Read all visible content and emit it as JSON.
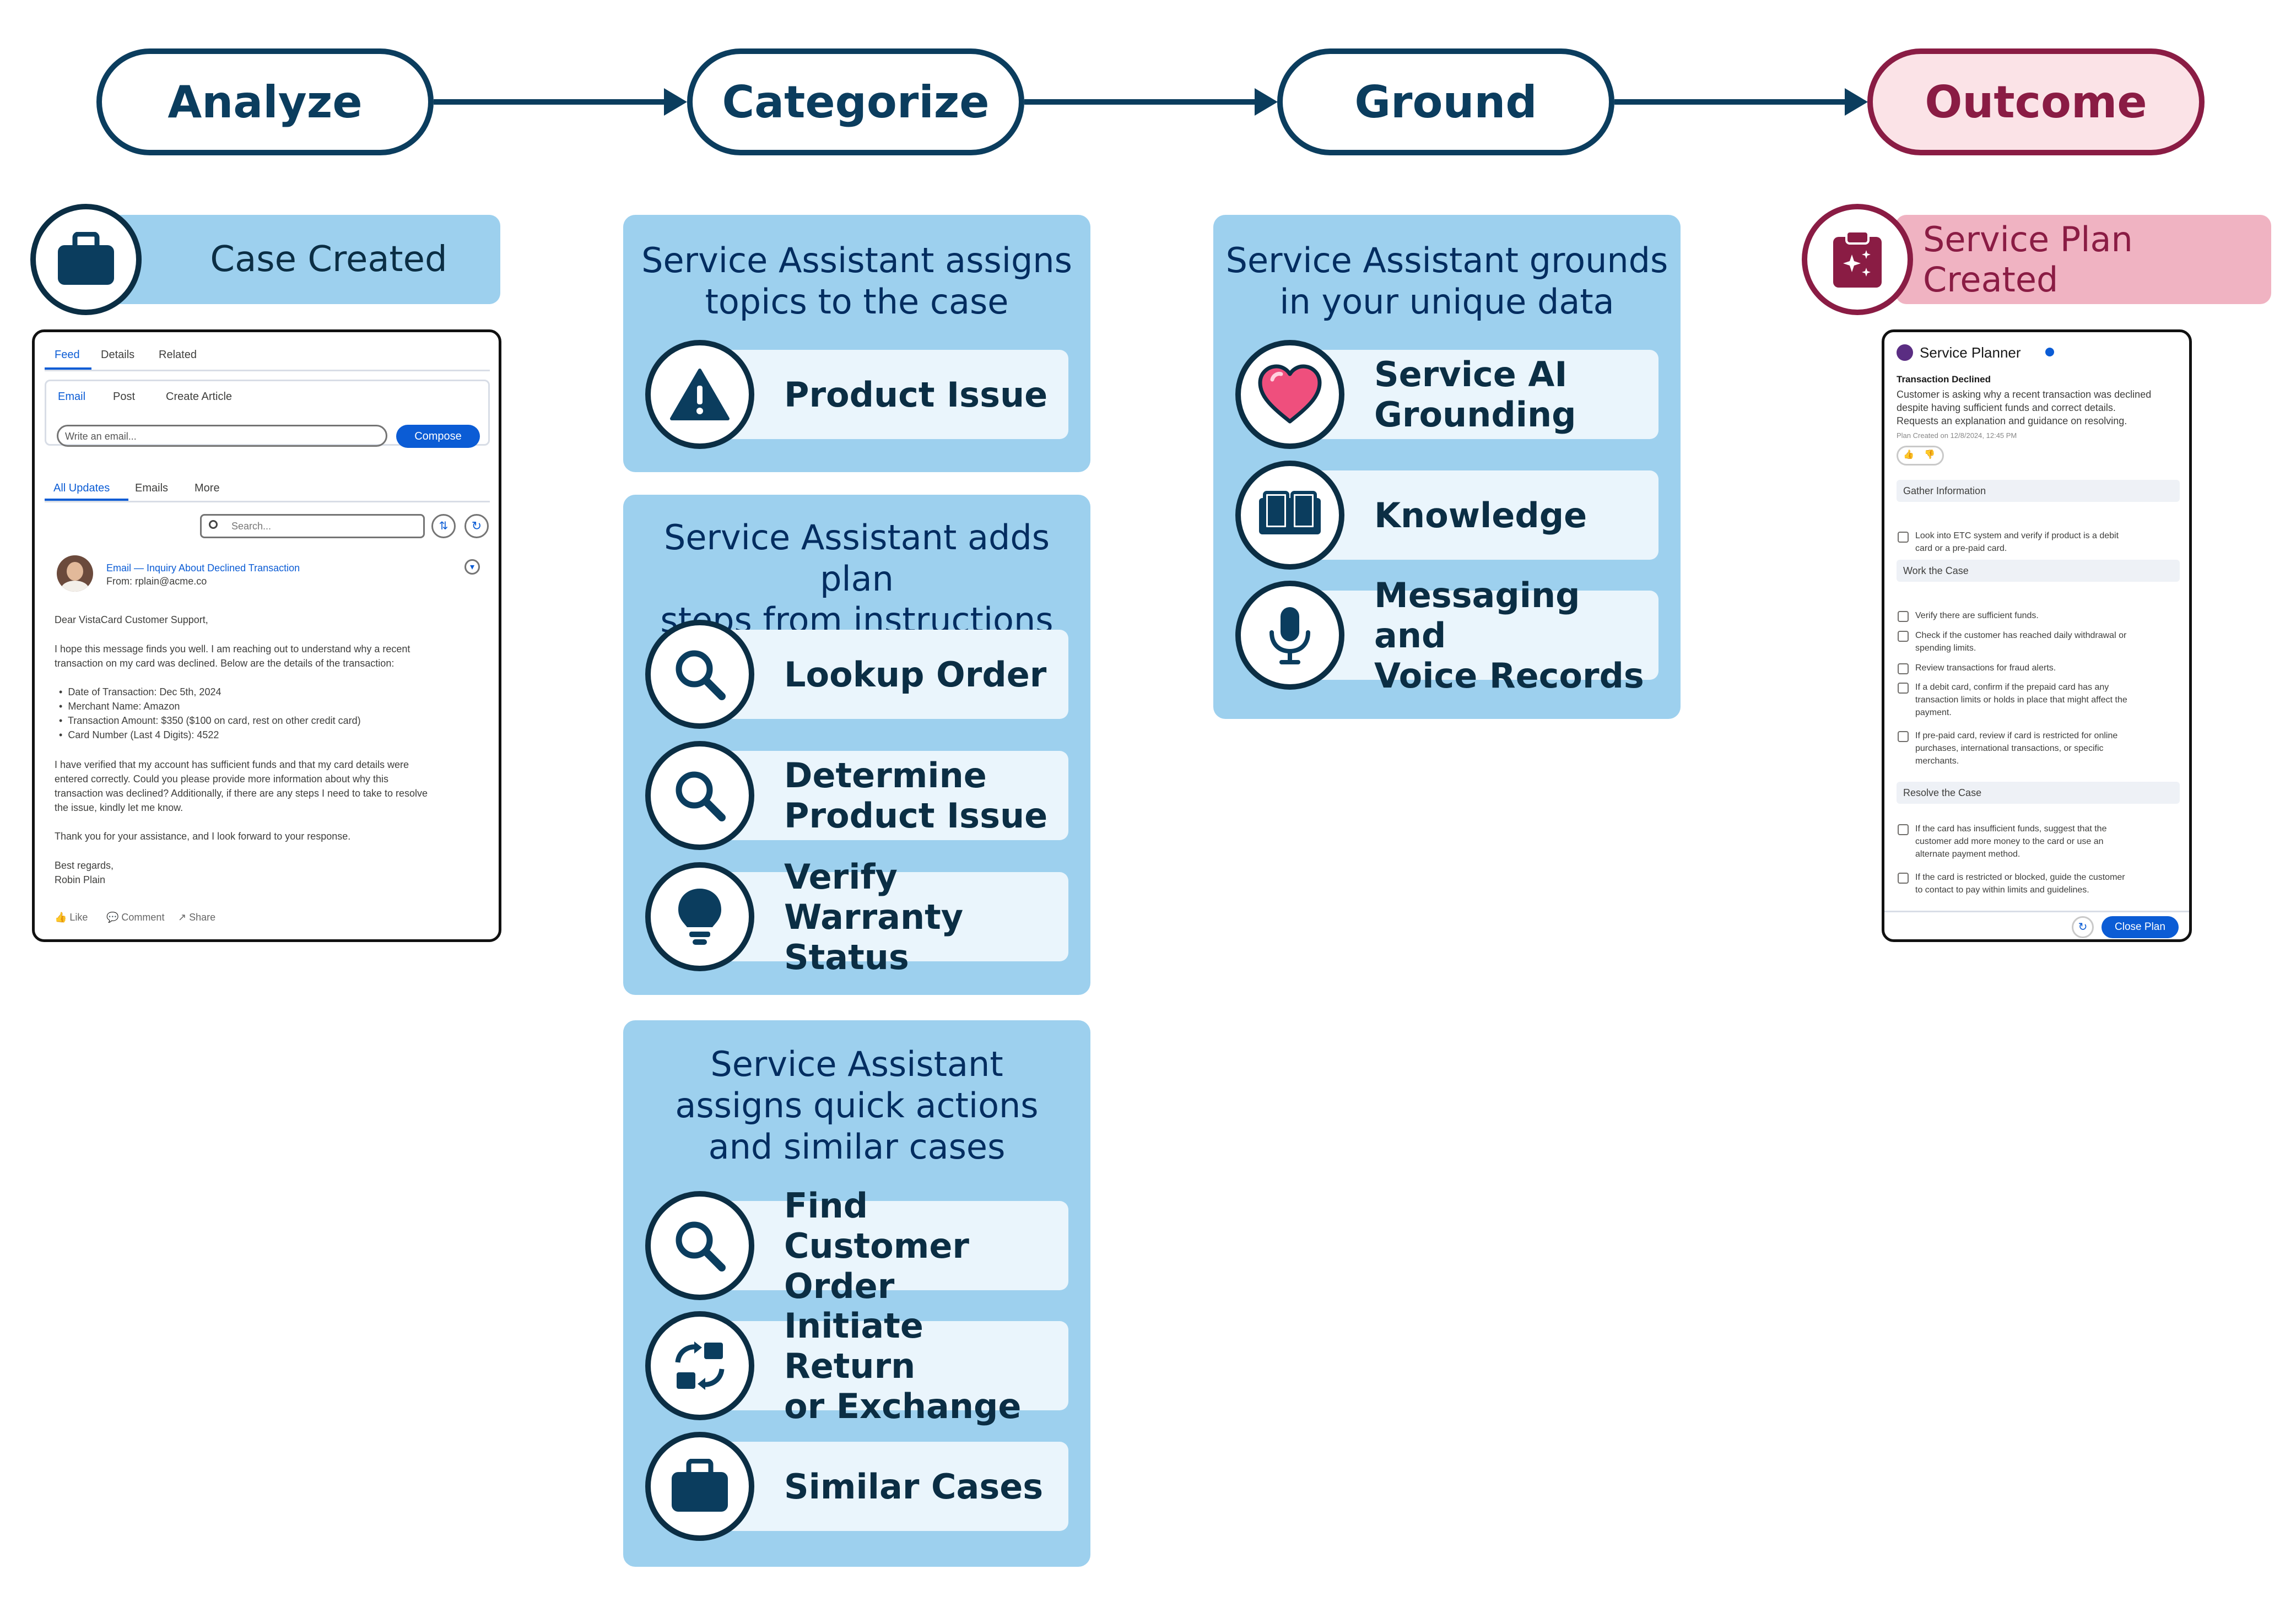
{
  "stages": {
    "analyze": "Analyze",
    "categorize": "Categorize",
    "ground": "Ground",
    "outcome": "Outcome"
  },
  "analyze": {
    "badge": "Case Created",
    "screen": {
      "tabs": [
        "Feed",
        "Details",
        "Related"
      ],
      "subtabs": [
        "Email",
        "Post",
        "Create Article"
      ],
      "email_placeholder": "Write an email...",
      "compose": "Compose",
      "update_tabs": [
        "All Updates",
        "Emails",
        "More"
      ],
      "search_placeholder": "Search...",
      "email_subject": "Email — Inquiry About Declined Transaction",
      "email_from": "From: rplain@acme.co",
      "greeting": "Dear VistaCard Customer Support,",
      "para1_l1": "I hope this message finds you well. I am reaching out to understand why a recent",
      "para1_l2": "transaction on my card was declined. Below are the details of the transaction:",
      "bullets": [
        "Date of Transaction: Dec 5th, 2024",
        "Merchant Name: Amazon",
        "Transaction Amount: $350 ($100 on card, rest on other credit card)",
        "Card Number (Last 4 Digits): 4522"
      ],
      "para2_l1": "I have verified that my account has sufficient funds and that my card details were",
      "para2_l2": "entered correctly. Could you please provide more information about why this",
      "para2_l3": "transaction was declined? Additionally, if there are any steps I need to take to resolve",
      "para2_l4": "the issue, kindly let me know.",
      "thanks": "Thank you for your assistance, and I look forward to your response.",
      "regards": "Best regards,",
      "name": "Robin Plain",
      "actions": [
        "Like",
        "Comment",
        "Share"
      ]
    }
  },
  "categorize": {
    "panel1": {
      "title_l1": "Service Assistant assigns",
      "title_l2": "topics to the case",
      "items": [
        {
          "label_l1": "Product Issue",
          "icon": "warning-icon"
        }
      ]
    },
    "panel2": {
      "title_l1": "Service Assistant adds plan",
      "title_l2": "steps from instructions",
      "items": [
        {
          "label_l1": "Lookup Order",
          "icon": "search-icon"
        },
        {
          "label_l1": "Determine",
          "label_l2": "Product Issue",
          "icon": "search-icon"
        },
        {
          "label_l1": "Verify Warranty",
          "label_l2": "Status",
          "icon": "lightbulb-icon"
        }
      ]
    },
    "panel3": {
      "title_l1": "Service Assistant",
      "title_l2": "assigns quick actions",
      "title_l3": "and similar cases",
      "items": [
        {
          "label_l1": "Find Customer",
          "label_l2": "Order",
          "icon": "search-icon"
        },
        {
          "label_l1": "Initiate Return",
          "label_l2": "or Exchange",
          "icon": "swap-icon"
        },
        {
          "label_l1": "Similar Cases",
          "icon": "briefcase-icon"
        }
      ]
    }
  },
  "ground": {
    "title_l1": "Service Assistant grounds",
    "title_l2": "in your unique data",
    "items": [
      {
        "label_l1": "Service AI",
        "label_l2": "Grounding",
        "icon": "heart-icon"
      },
      {
        "label_l1": "Knowledge",
        "icon": "book-icon"
      },
      {
        "label_l1": "Messaging and",
        "label_l2": "Voice Records",
        "icon": "microphone-icon"
      }
    ]
  },
  "outcome": {
    "badge": "Service Plan Created",
    "screen": {
      "header": "Service Planner",
      "plan_title": "Transaction Declined",
      "summary_l1": "Customer is asking why a recent transaction was declined",
      "summary_l2": "despite having sufficient funds and correct details.",
      "summary_l3": "Requests an explanation and guidance on resolving.",
      "created": "Plan Created on 12/8/2024, 12:45 PM",
      "section1": "Gather Information",
      "s1_item1_l1": "Look into ETC system and verify if product is a debit",
      "s1_item1_l2": "card or a pre-paid card.",
      "section2": "Work the Case",
      "s2_item1": "Verify there are sufficient funds.",
      "s2_item2_l1": "Check if the customer has reached daily withdrawal or",
      "s2_item2_l2": "spending limits.",
      "s2_item3": "Review transactions for fraud alerts.",
      "s2_item4_l1": "If a debit card, confirm if the prepaid card has any",
      "s2_item4_l2": "transaction limits or holds in place that might affect the",
      "s2_item4_l3": "payment.",
      "s2_item5_l1": "If pre-paid card, review if card is restricted for online",
      "s2_item5_l2": "purchases, international transactions, or specific",
      "s2_item5_l3": "merchants.",
      "section3": "Resolve the Case",
      "s3_item1_l1": "If the card has insufficient funds, suggest that the",
      "s3_item1_l2": "customer add more money to the card or use an",
      "s3_item1_l3": "alternate payment method.",
      "s3_item2_l1": "If the card is restricted or blocked, guide the customer",
      "s3_item2_l2": "to contact to pay within limits and guidelines.",
      "close_button": "Close Plan"
    }
  },
  "colors": {
    "navy": "#0b3d5e",
    "panel_blue": "#9dd0ee",
    "item_light": "#eaf5fc",
    "outcome_maroon": "#8a1c44",
    "outcome_pink": "#f0b3c2",
    "button_blue": "#0b5cd5"
  }
}
